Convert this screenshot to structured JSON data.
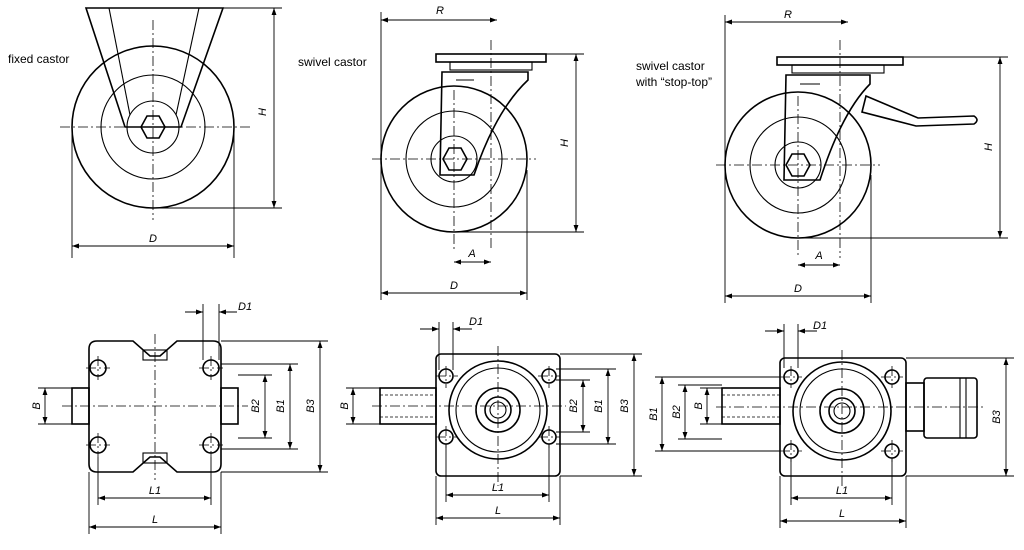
{
  "views": {
    "fixed": {
      "label": "fixed castor",
      "dims": {
        "H": "H",
        "D": "D"
      }
    },
    "swivel": {
      "label": "swivel castor",
      "dims": {
        "R": "R",
        "H": "H",
        "A": "A",
        "D": "D"
      }
    },
    "stop": {
      "label_line1": "swivel castor",
      "label_line2": "with “stop-top”",
      "dims": {
        "R": "R",
        "H": "H",
        "A": "A",
        "D": "D"
      }
    }
  },
  "plans": {
    "fixed": {
      "D1": "D1",
      "B": "B",
      "B2": "B2",
      "B1": "B1",
      "B3": "B3",
      "L1": "L1",
      "L": "L"
    },
    "swivel": {
      "D1": "D1",
      "B": "B",
      "B2": "B2",
      "B1": "B1",
      "B3": "B3",
      "L1": "L1",
      "L": "L"
    },
    "stop": {
      "D1": "D1",
      "B1": "B1",
      "B2": "B2",
      "B": "B",
      "B3": "B3",
      "L1": "L1",
      "L": "L"
    }
  }
}
